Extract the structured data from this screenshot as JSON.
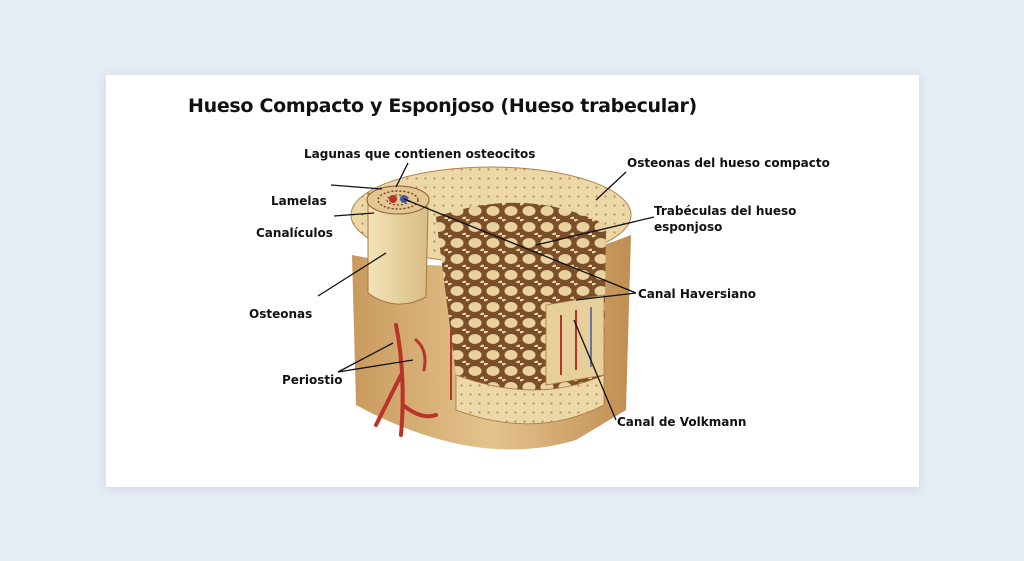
{
  "title": "Hueso Compacto y Esponjoso (Hueso trabecular)",
  "labels": {
    "lagunas": "Lagunas que contienen osteocitos",
    "lamelas": "Lamelas",
    "canaliculos": "Canalículos",
    "osteonas": "Osteonas",
    "periostio": "Periostio",
    "osteonas_compacto": "Osteonas del hueso compacto",
    "trabeculas_line1": "Trabéculas del hueso",
    "trabeculas_line2": "esponjoso",
    "canal_haversiano": "Canal Haversiano",
    "canal_volkmann": "Canal de Volkmann"
  },
  "colors": {
    "background": "#e6ecf4",
    "bone_light": "#ecd8a6",
    "bone_mid": "#d9b87e",
    "bone_dark": "#a9773f",
    "blood_vessel": "#b8332a",
    "vein": "#3a5aa8"
  }
}
